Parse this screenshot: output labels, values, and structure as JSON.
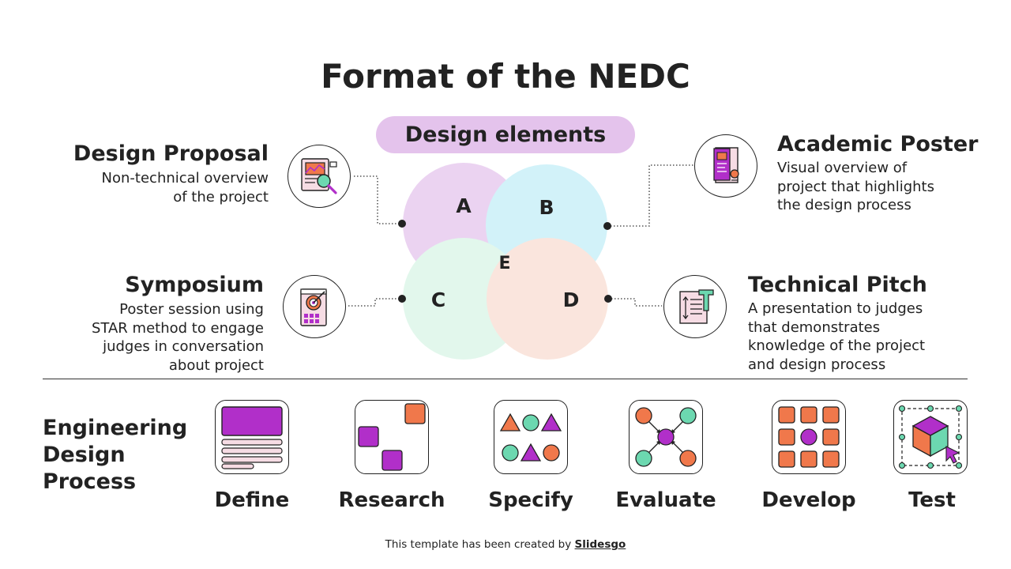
{
  "title": "Format of the NEDC",
  "design_elements_label": "Design elements",
  "venn": {
    "labels": [
      "A",
      "B",
      "C",
      "D",
      "E"
    ],
    "colors": {
      "a": "#e4c3ec",
      "b": "#c2eef8",
      "c": "#d8f4e6",
      "d": "#f9dcd0"
    }
  },
  "categories": {
    "design_proposal": {
      "title": "Design Proposal",
      "lines": [
        "Non-technical overview",
        "of the project"
      ]
    },
    "academic_poster": {
      "title": "Academic Poster",
      "lines": [
        "Visual overview of",
        "project that highlights",
        "the design process"
      ]
    },
    "symposium": {
      "title": "Symposium",
      "lines": [
        "Poster session using",
        "STAR method to engage",
        "judges in conversation",
        "about project"
      ]
    },
    "technical_pitch": {
      "title": "Technical Pitch",
      "lines": [
        "A presentation to judges",
        "that demonstrates",
        "knowledge of the project",
        "and design process"
      ]
    }
  },
  "process": {
    "title_lines": [
      "Engineering",
      "Design",
      "Process"
    ],
    "stages": [
      "Define",
      "Research",
      "Specify",
      "Evaluate",
      "Develop",
      "Test"
    ]
  },
  "colors": {
    "purple": "#b12fc9",
    "orange": "#f0784b",
    "teal": "#6cd8b0",
    "pink_light": "#f6dce4"
  },
  "icons": [
    "analysis-icon",
    "poster-icon",
    "target-icon",
    "text-document-icon",
    "cube-icon"
  ],
  "footer": {
    "prefix": "This template has been created by ",
    "brand": "Slidesgo"
  }
}
